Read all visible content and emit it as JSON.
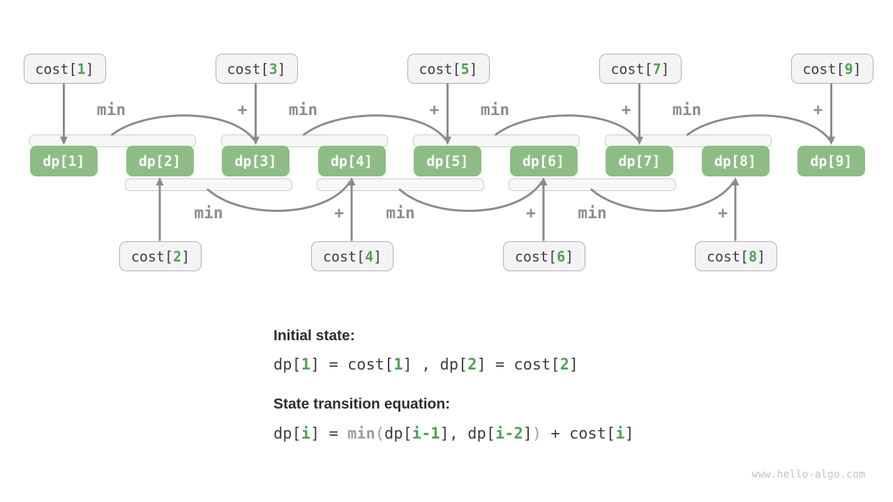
{
  "diagram": {
    "dp_prefix": "dp[",
    "dp_suffix": "]",
    "dp_indices": [
      "1",
      "2",
      "3",
      "4",
      "5",
      "6",
      "7",
      "8",
      "9"
    ],
    "cost_prefix": "cost[",
    "cost_suffix": "]",
    "cost_top_indices": [
      "1",
      "3",
      "5",
      "7",
      "9"
    ],
    "cost_bottom_indices": [
      "2",
      "4",
      "6",
      "8"
    ],
    "min_label": "min",
    "plus_label": "+"
  },
  "notes": {
    "initial_state_heading": "Initial state:",
    "initial_state_equation": [
      {
        "t": "dp[",
        "s": "dark"
      },
      {
        "t": "1",
        "s": "green"
      },
      {
        "t": "] = cost[",
        "s": "dark"
      },
      {
        "t": "1",
        "s": "green"
      },
      {
        "t": "] , dp[",
        "s": "dark"
      },
      {
        "t": "2",
        "s": "green"
      },
      {
        "t": "] = cost[",
        "s": "dark"
      },
      {
        "t": "2",
        "s": "green"
      },
      {
        "t": "]",
        "s": "dark"
      }
    ],
    "transition_heading": "State transition equation:",
    "transition_equation": [
      {
        "t": "dp[",
        "s": "dark"
      },
      {
        "t": "i",
        "s": "green"
      },
      {
        "t": "] = ",
        "s": "dark"
      },
      {
        "t": "min",
        "s": "graybold"
      },
      {
        "t": "(",
        "s": "gray"
      },
      {
        "t": "dp[",
        "s": "dark"
      },
      {
        "t": "i-1",
        "s": "green"
      },
      {
        "t": "], dp[",
        "s": "dark"
      },
      {
        "t": "i-2",
        "s": "green"
      },
      {
        "t": "]",
        "s": "dark"
      },
      {
        "t": ")",
        "s": "gray"
      },
      {
        "t": " + cost[",
        "s": "dark"
      },
      {
        "t": "i",
        "s": "green"
      },
      {
        "t": "]",
        "s": "dark"
      }
    ]
  },
  "watermark": "www.hello-algo.com",
  "colors": {
    "dp_green": "#8DBD85",
    "digit_green": "#4FA053",
    "arrow_gray": "#8A8A8A",
    "label_gray": "#8D8D8D",
    "code_dark": "#3E3E3E",
    "code_gray": "#9E9E9E",
    "strip_border": "#C9C9C9",
    "strip_fill": "#F7F7F7",
    "cost_fill": "#F4F4F4",
    "cost_border": "#AEAEAE",
    "watermark_gray": "#C4C4C4"
  }
}
